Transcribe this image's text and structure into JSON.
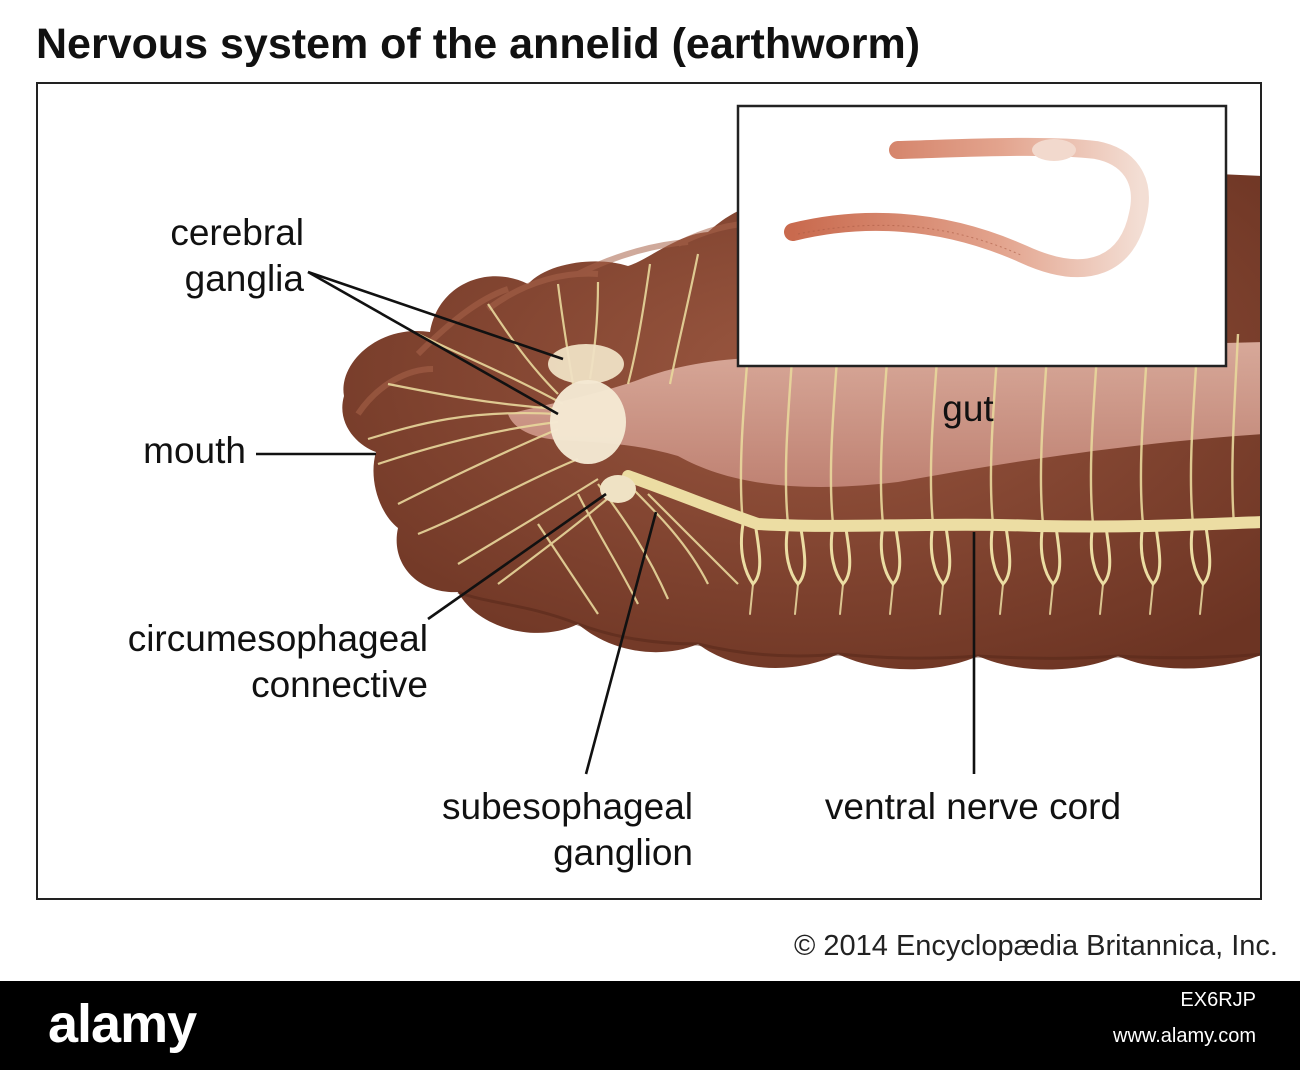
{
  "title": "Nervous system of the annelid (earthworm)",
  "labels": {
    "cerebral_ganglia": [
      "cerebral",
      "ganglia"
    ],
    "mouth": "mouth",
    "circumesophageal_connective": [
      "circumesophageal",
      "connective"
    ],
    "subesophageal_ganglion": [
      "subesophageal",
      "ganglion"
    ],
    "gut": "gut",
    "ventral_nerve_cord": "ventral nerve cord"
  },
  "copyright": "© 2014 Encyclopædia Britannica, Inc.",
  "watermark": {
    "logo": "alamy",
    "image_id": "EX6RJP",
    "url": "www.alamy.com"
  },
  "colors": {
    "body": "#8a4a34",
    "body_dark": "#6e3624",
    "gut": "#d29c8e",
    "nerve": "#e9d89c",
    "ganglion": "#f2e6cf"
  }
}
